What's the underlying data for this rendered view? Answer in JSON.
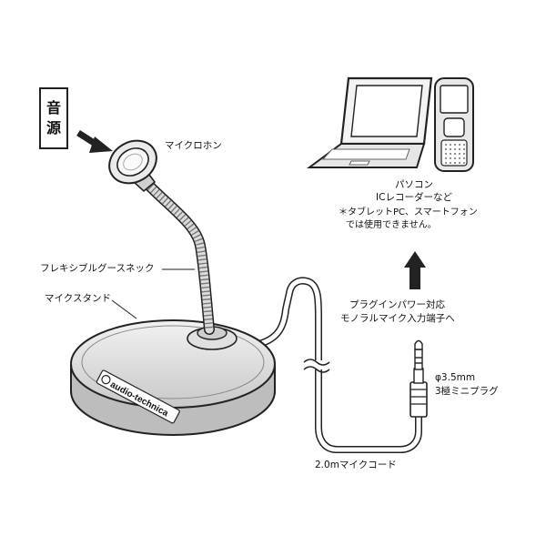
{
  "source": {
    "char1": "音",
    "char2": "源"
  },
  "labels": {
    "microphone": "マイクロホン",
    "flex_neck": "フレキシブルグースネック",
    "mic_stand": "マイクスタンド",
    "device_line1": "パソコン",
    "device_line2": "ICレコーダーなど",
    "note_line1": "＊タブレットPC、スマートフォン",
    "note_line2": "では使用できません。",
    "input_line1": "プラグインパワー対応",
    "input_line2": "モノラルマイク入力端子へ",
    "plug_line1": "φ3.5mm",
    "plug_line2": "3極ミニプラグ",
    "cord": "2.0mマイクコード"
  },
  "brand": "audio-technica",
  "colors": {
    "line": "#222222",
    "gray": "#9a9a9a",
    "light": "#d6d6d6",
    "background": "#ffffff"
  }
}
